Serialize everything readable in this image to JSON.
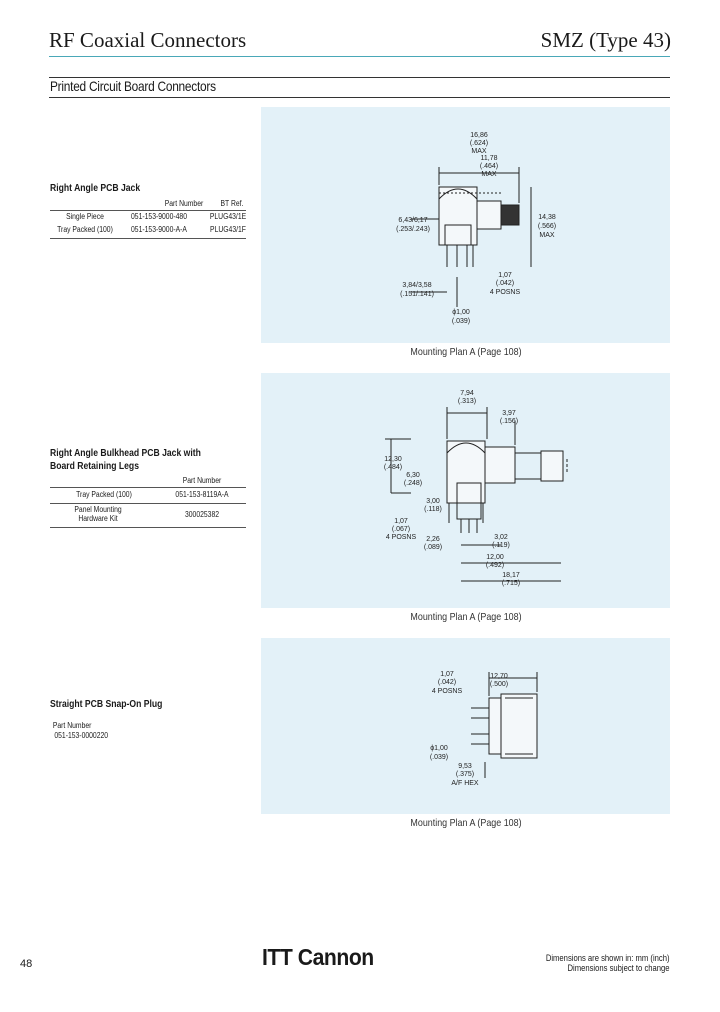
{
  "header": {
    "left": "RF Coaxial Connectors",
    "right": "SMZ (Type 43)"
  },
  "section_title": "Printed Circuit Board Connectors",
  "products": [
    {
      "title": "Right Angle PCB Jack",
      "columns": [
        "",
        "Part Number",
        "BT Ref."
      ],
      "rows": [
        [
          "Single Piece",
          "051-153-9000-480",
          "PLUG43/1E"
        ],
        [
          "Tray Packed (100)",
          "051-153-9000-A-A",
          "PLUG43/1F"
        ]
      ],
      "caption": "Mounting Plan A (Page 108)",
      "dims": {
        "d1": "16,86",
        "d1b": "(.624)",
        "d1c": "MAX",
        "d2": "11,78",
        "d2b": "(.464)",
        "d2c": "MAX",
        "d3": "6,43/6,17",
        "d3b": "(.253/.243)",
        "d4": "14,38",
        "d4b": "(.566)",
        "d4c": "MAX",
        "d5": "3,84/3,58",
        "d5b": "(.151/.141)",
        "d6": "1,07",
        "d6b": "(.042)",
        "d6c": "4 POSNS",
        "d7": "ϕ1,00",
        "d7b": "(.039)"
      }
    },
    {
      "title_line1": "Right Angle Bulkhead PCB Jack with",
      "title_line2": "Board Retaining Legs",
      "columns": [
        "",
        "Part Number"
      ],
      "rows": [
        [
          "Tray Packed (100)",
          "051-153-8119A-A"
        ],
        [
          "Panel Mounting Hardware Kit",
          "300025382"
        ]
      ],
      "caption": "Mounting Plan A (Page 108)",
      "dims": {
        "d1": "7,94",
        "d1b": "(.313)",
        "d2": "3,97",
        "d2b": "(.156)",
        "d3": "12,30",
        "d3b": "(.484)",
        "d4": "6,30",
        "d4b": "(.248)",
        "d5": "3,00",
        "d5b": "(.118)",
        "d6": "1,07",
        "d6b": "(.067)",
        "d6c": "4 POSNS",
        "d7": "2,26",
        "d7b": "(.089)",
        "d8": "3,02",
        "d8b": "(.119)",
        "d9": "12,00",
        "d9b": "(.492)",
        "d10": "18,17",
        "d10b": "(.715)"
      }
    },
    {
      "title": "Straight PCB Snap-On Plug",
      "part_label": "Part Number",
      "part_number": "051-153-0000220",
      "caption": "Mounting Plan A (Page 108)",
      "dims": {
        "d1": "1,07",
        "d1b": "(.042)",
        "d1c": "4 POSNS",
        "d2": "12,70",
        "d2b": "(.500)",
        "d3": "ϕ1,00",
        "d3b": "(.039)",
        "d4": "9,53",
        "d4b": "(.375)",
        "d4c": "A/F HEX"
      }
    }
  ],
  "footer": {
    "page_number": "48",
    "logo": "ITT Cannon",
    "note_line1": "Dimensions are shown in: mm (inch)",
    "note_line2": "Dimensions subject to change"
  }
}
